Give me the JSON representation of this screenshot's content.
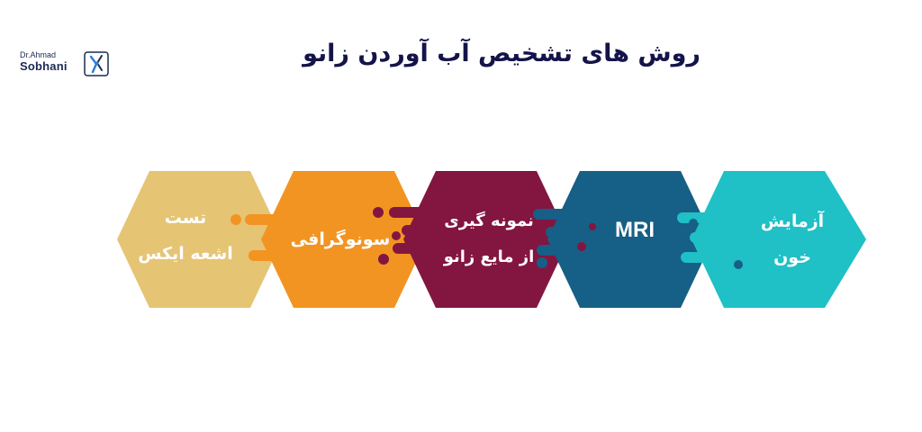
{
  "logo": {
    "line1": "Dr.Ahmad",
    "line2": "Sobhani"
  },
  "title": "روش های تشخیص آب آوردن زانو",
  "steps": [
    {
      "lines": [
        "آزمایش",
        "خون"
      ],
      "color": "#1fc0c6"
    },
    {
      "lines": [
        "MRI"
      ],
      "color": "#165f86"
    },
    {
      "lines": [
        "نمونه گیری",
        "از مایع زانو"
      ],
      "color": "#821640"
    },
    {
      "lines": [
        "سونوگرافی"
      ],
      "color": "#f29422"
    },
    {
      "lines": [
        "تست",
        "اشعه ایکس"
      ],
      "color": "#e5c474"
    }
  ]
}
